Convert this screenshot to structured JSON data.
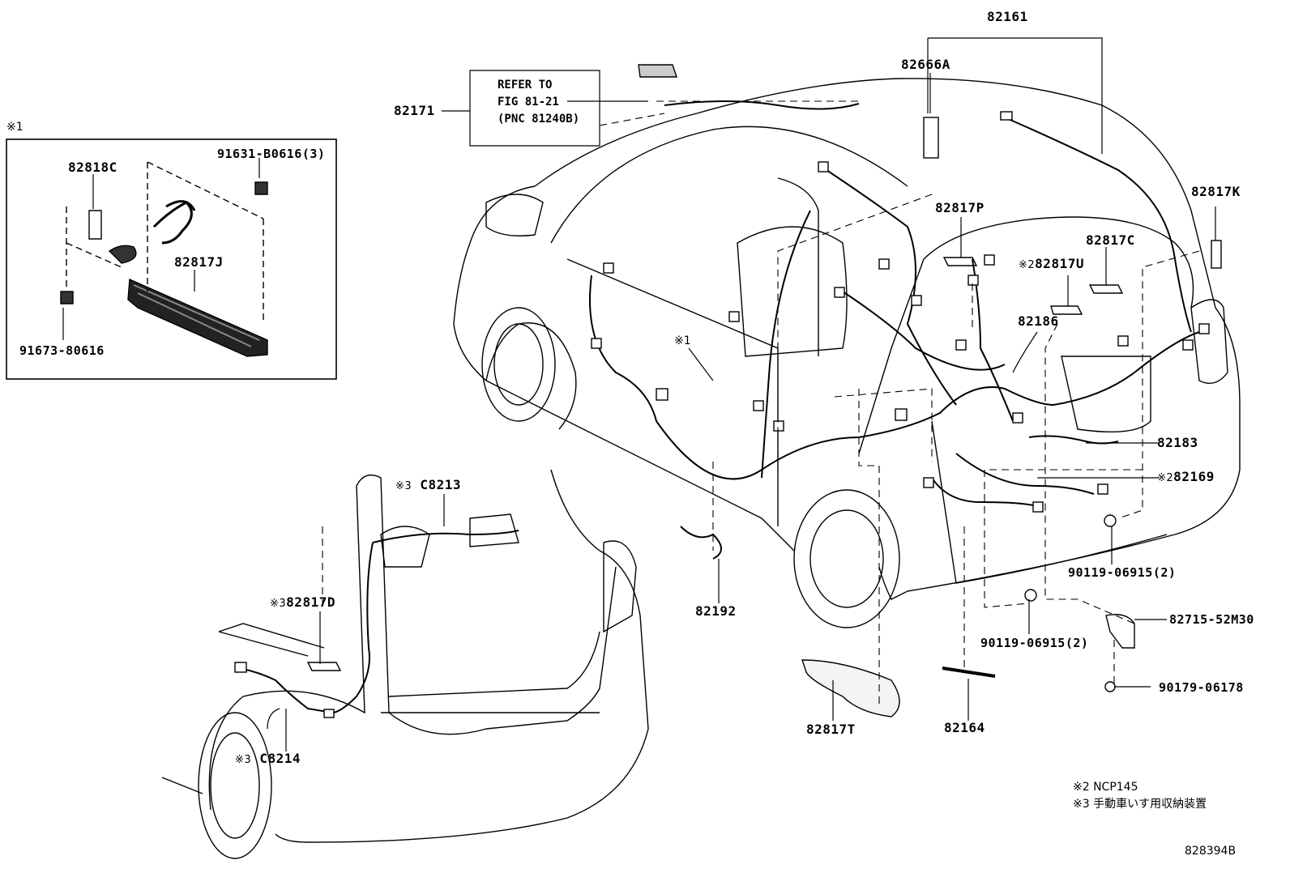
{
  "refer_box": {
    "line1": "REFER TO",
    "line2": "FIG 81-21",
    "line3": "(PNC 81240B)"
  },
  "inset": {
    "marker": "※1",
    "labels": {
      "bolt_top": "91631-B0616(3)",
      "bracket": "82818C",
      "protector": "82817J",
      "bolt_bottom": "91673-80616"
    }
  },
  "parts": {
    "p82161": "82161",
    "p82666A": "82666A",
    "p82171": "82171",
    "p82817K": "82817K",
    "p82817P": "82817P",
    "p82817C": "82817C",
    "p82817U": "82817U",
    "p82186": "82186",
    "p82183": "82183",
    "p82169": "82169",
    "p82192": "82192",
    "p90119a": "90119-06915(2)",
    "p90119b": "90119-06915(2)",
    "p82715": "82715-52M30",
    "p90179": "90179-06178",
    "p82817T": "82817T",
    "p82164": "82164",
    "pC8213": "C8213",
    "p82817D": "82817D",
    "pC8214": "C8214"
  },
  "markers": {
    "m1": "※1",
    "m2": "※2",
    "m3": "※3"
  },
  "legend": {
    "note2": "※2 NCP145",
    "note3": "※3 手動車いす用収納装置"
  },
  "figure_code": "828394B"
}
